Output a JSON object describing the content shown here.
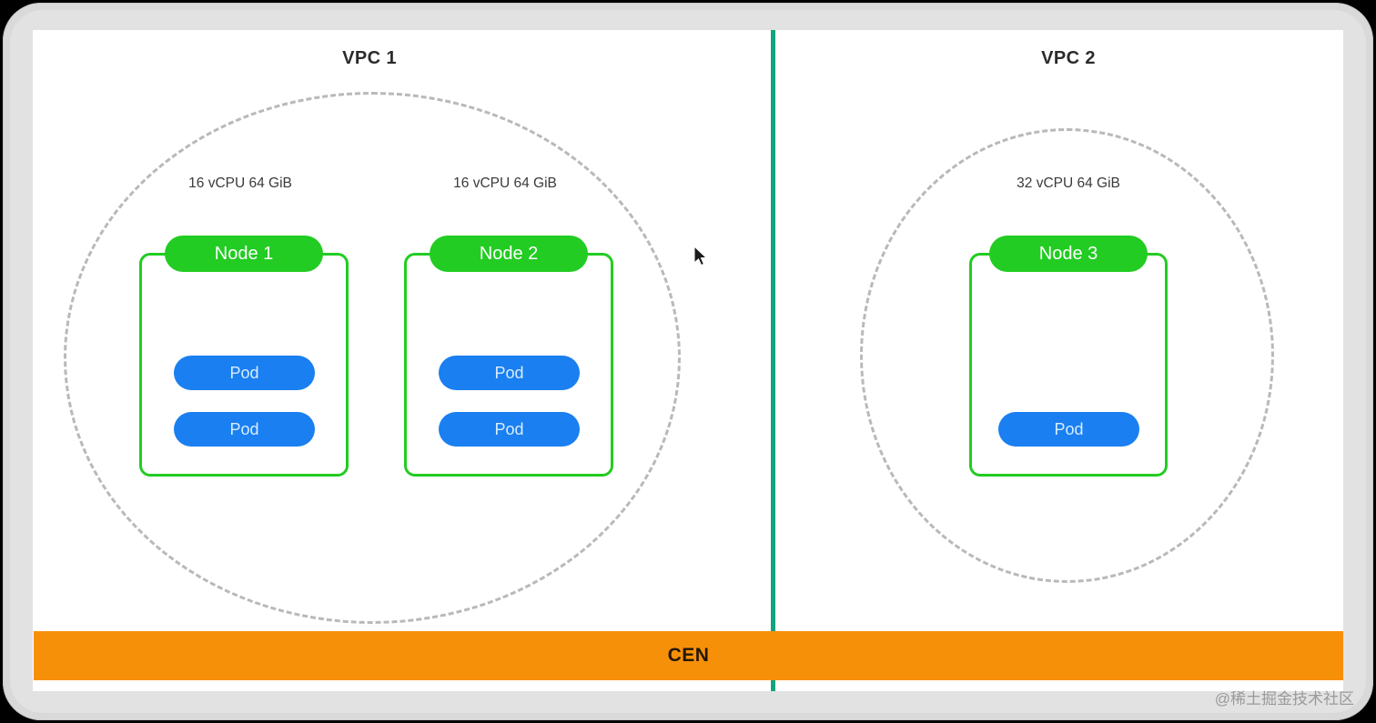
{
  "diagram": {
    "title_left": "VPC 1",
    "title_right": "VPC 2",
    "cen_label": "CEN",
    "watermark": "@稀土掘金技术社区",
    "colors": {
      "node_green": "#22cc22",
      "pod_blue": "#1a7ff0",
      "cen_orange": "#f79009",
      "divider_teal": "#14a37f",
      "boundary_gray": "#b9b9b9",
      "frame_gray": "#d9d9d9",
      "canvas_white": "#ffffff"
    },
    "vpcs": [
      {
        "name": "VPC 1",
        "nodes": [
          {
            "label": "Node 1",
            "spec": "16 vCPU 64 GiB",
            "pods": [
              {
                "label": "Pod"
              },
              {
                "label": "Pod"
              }
            ]
          },
          {
            "label": "Node 2",
            "spec": "16 vCPU 64 GiB",
            "pods": [
              {
                "label": "Pod"
              },
              {
                "label": "Pod"
              }
            ]
          }
        ]
      },
      {
        "name": "VPC 2",
        "nodes": [
          {
            "label": "Node 3",
            "spec": "32 vCPU 64 GiB",
            "pods": [
              {
                "label": "Pod"
              }
            ]
          }
        ]
      }
    ]
  }
}
